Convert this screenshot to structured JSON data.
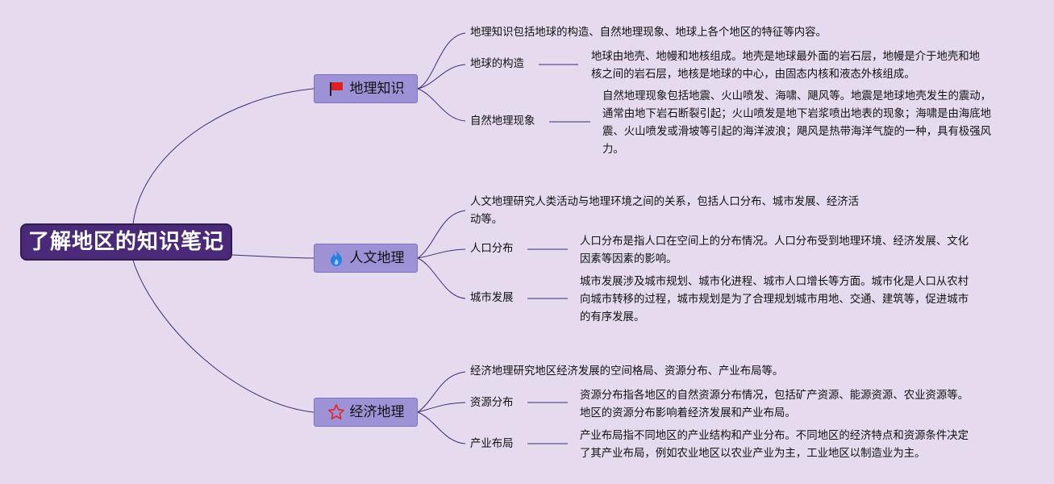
{
  "root": {
    "title": "了解地区的知识笔记"
  },
  "colors": {
    "background": "#e5daee",
    "root_fill": "#4a2a78",
    "category_fill": "#9e92d6",
    "line": "#3d2c73"
  },
  "branches": [
    {
      "title": "地理知识",
      "icon": "red-flag-icon",
      "summary": "地理知识包括地球的构造、自然地理现象、地球上各个地区的特征等内容。",
      "items": [
        {
          "label": "地球的构造",
          "detail": "地球由地壳、地幔和地核组成。地壳是地球最外面的岩石层，地幔是介于地壳和地核之间的岩石层，地核是地球的中心，由固态内核和液态外核组成。"
        },
        {
          "label": "自然地理现象",
          "detail": "自然地理现象包括地震、火山喷发、海啸、飓风等。地震是地球地壳发生的震动，通常由地下岩石断裂引起；火山喷发是地下岩浆喷出地表的现象；海啸是由海底地震、火山喷发或滑坡等引起的海洋波浪；飓风是热带海洋气旋的一种，具有极强风力。"
        }
      ]
    },
    {
      "title": "人文地理",
      "icon": "blue-flame-icon",
      "summary": "人文地理研究人类活动与地理环境之间的关系，包括人口分布、城市发展、经济活动等。",
      "items": [
        {
          "label": "人口分布",
          "detail": "人口分布是指人口在空间上的分布情况。人口分布受到地理环境、经济发展、文化因素等因素的影响。"
        },
        {
          "label": "城市发展",
          "detail": "城市发展涉及城市规划、城市化进程、城市人口增长等方面。城市化是人口从农村向城市转移的过程，城市规划是为了合理规划城市用地、交通、建筑等，促进城市的有序发展。"
        }
      ]
    },
    {
      "title": "经济地理",
      "icon": "star-outline-icon",
      "summary": "经济地理研究地区经济发展的空间格局、资源分布、产业布局等。",
      "items": [
        {
          "label": "资源分布",
          "detail": "资源分布指各地区的自然资源分布情况，包括矿产资源、能源资源、农业资源等。地区的资源分布影响着经济发展和产业布局。"
        },
        {
          "label": "产业布局",
          "detail": "产业布局指不同地区的产业结构和产业分布。不同地区的经济特点和资源条件决定了其产业布局，例如农业地区以农业产业为主，工业地区以制造业为主。"
        }
      ]
    }
  ]
}
